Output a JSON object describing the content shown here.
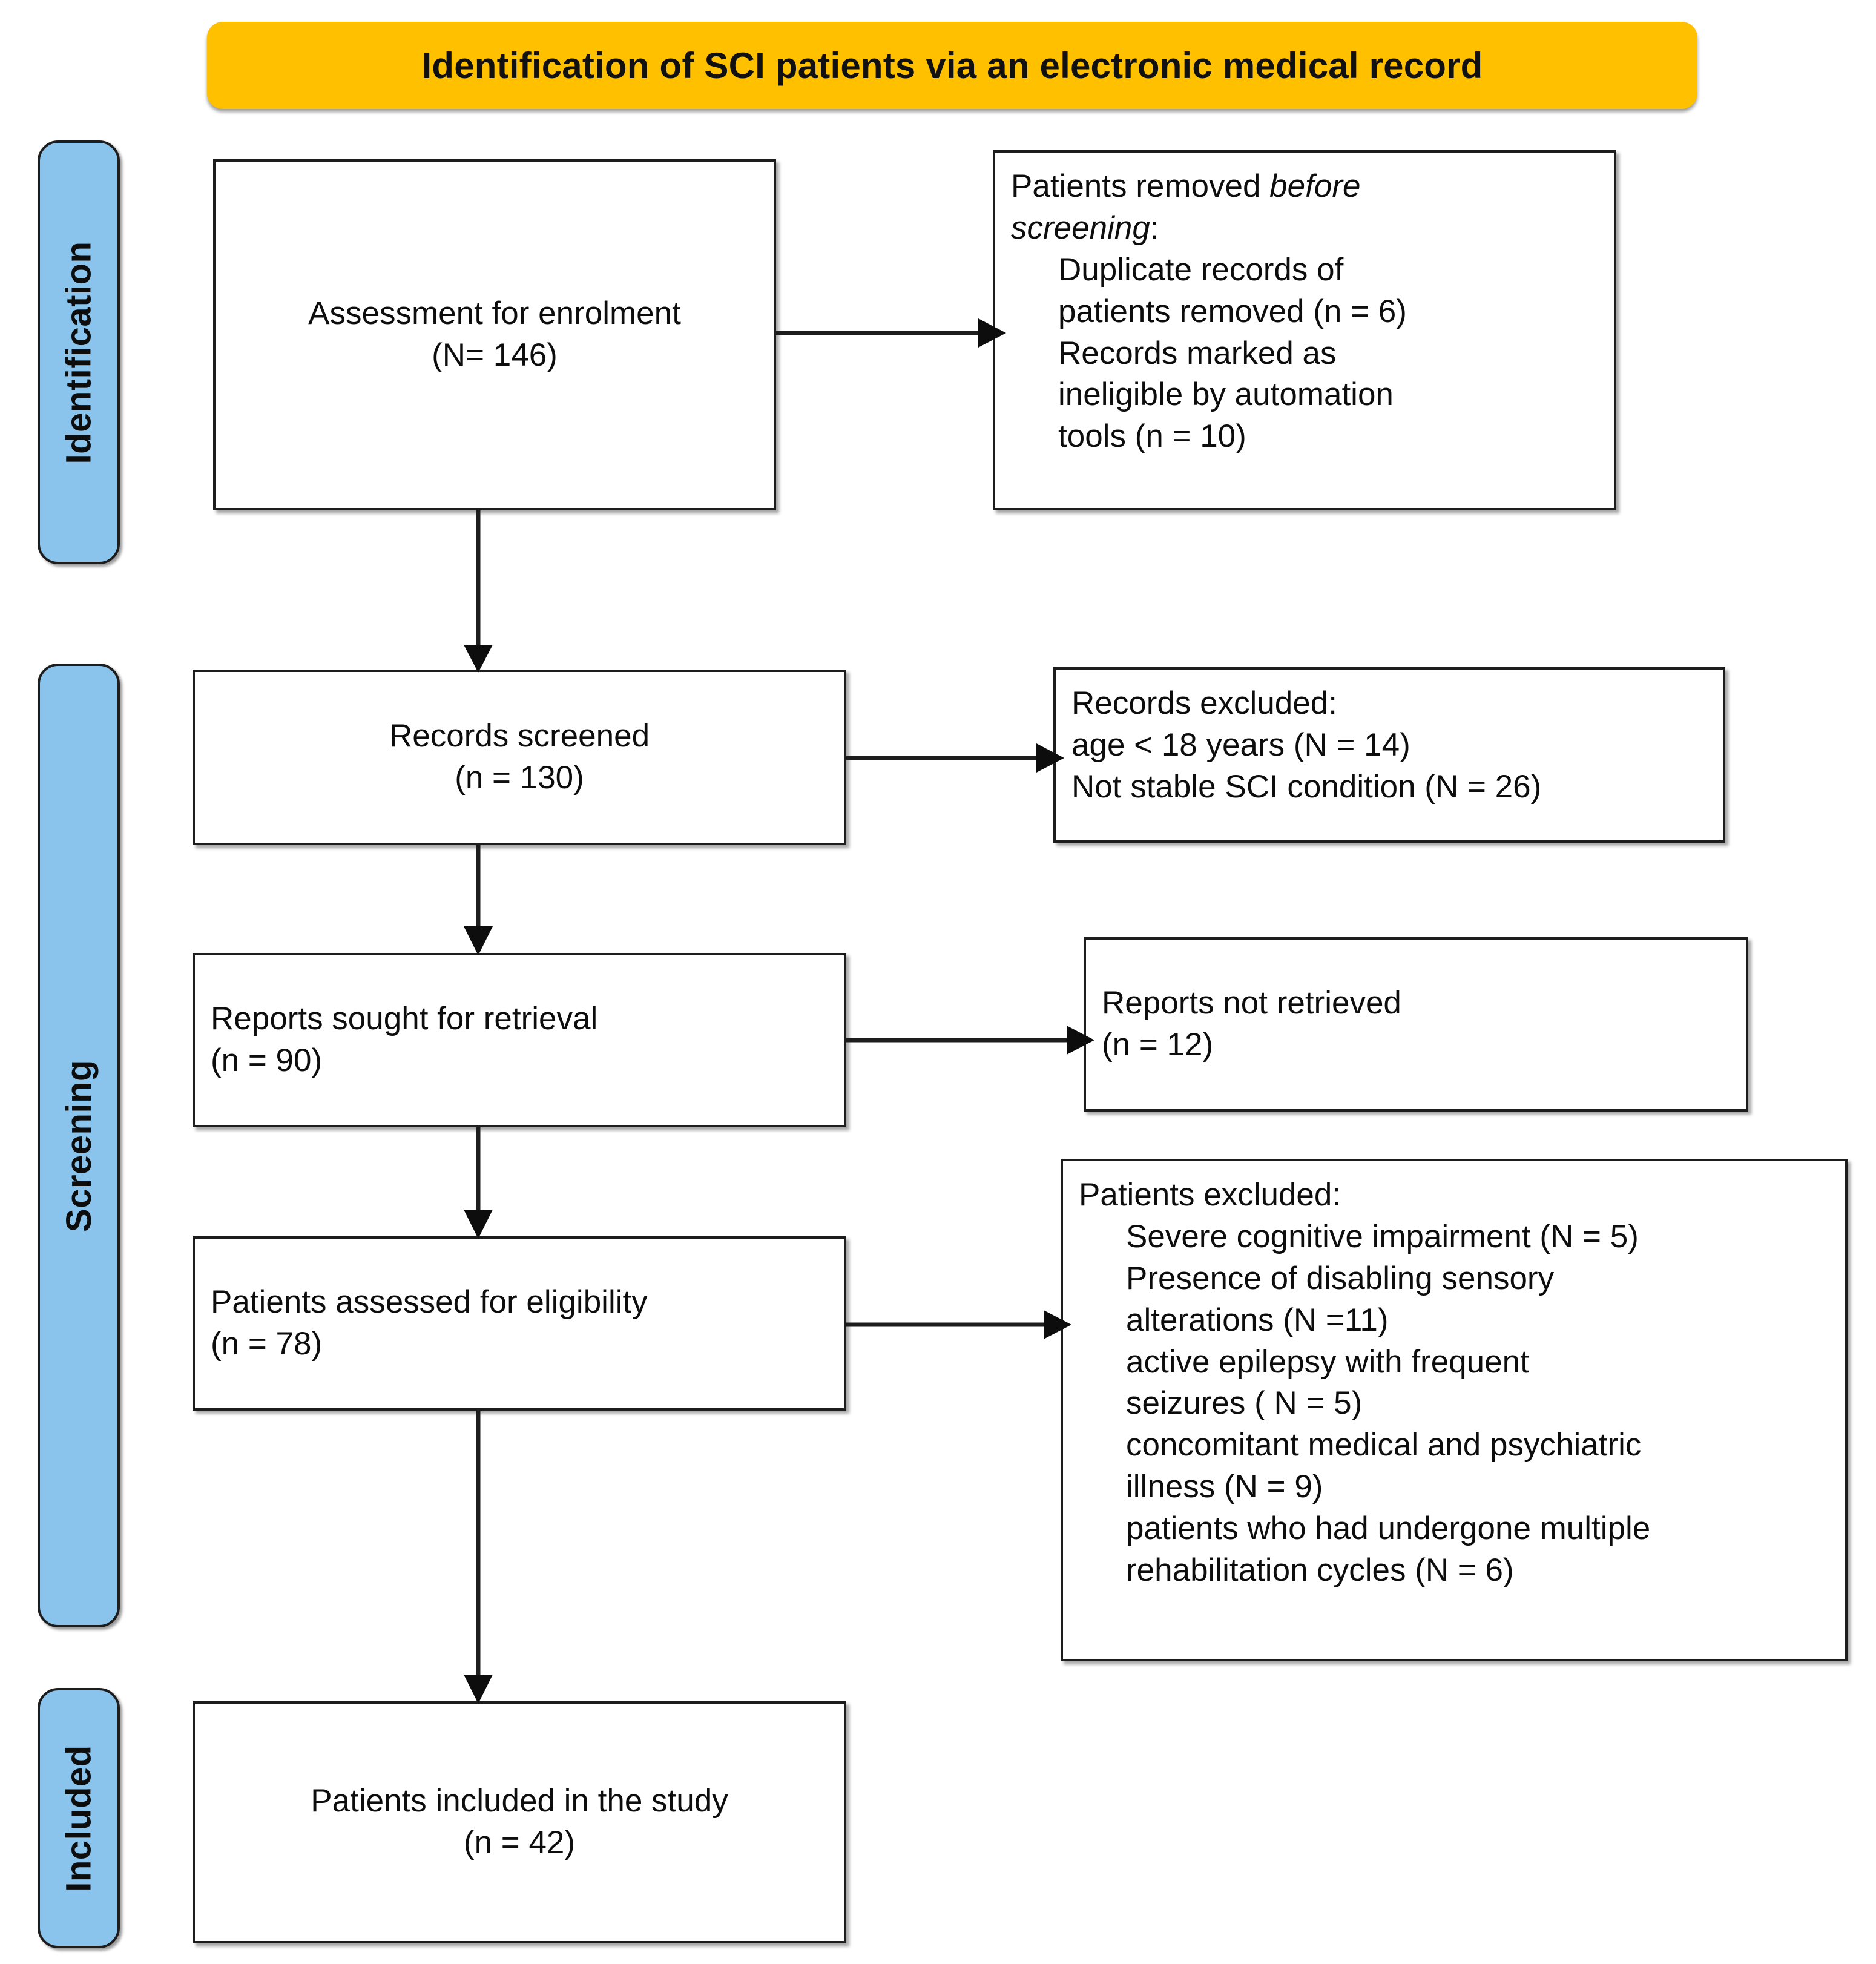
{
  "header": {
    "title": "Identification of SCI patients via an electronic medical record",
    "background_color": "#FFC000"
  },
  "stages": {
    "accent_color": "#8AC4EC",
    "items": [
      {
        "label": "Identification"
      },
      {
        "label": "Screening"
      },
      {
        "label": "Included"
      }
    ]
  },
  "boxes": {
    "enrolment": {
      "lines": [
        "Assessment for enrolment",
        "(N= 146)"
      ]
    },
    "removed_before_screening": {
      "title_plain": "Patients removed ",
      "title_italic_1": "before",
      "title_italic_2": "screening",
      "title_colon": ":",
      "items": [
        "Duplicate records of",
        "patients removed  (n = 6)",
        "Records marked as",
        "ineligible by automation",
        "tools (n = 10)"
      ]
    },
    "records_screened": {
      "lines": [
        "Records screened",
        "(n = 130)"
      ]
    },
    "records_excluded": {
      "lines": [
        "Records excluded:",
        "age < 18 years (N = 14)",
        "Not stable SCI condition (N = 26)"
      ]
    },
    "reports_sought": {
      "lines": [
        "Reports sought for retrieval",
        "(n = 90)"
      ]
    },
    "reports_not_retrieved": {
      "lines": [
        "Reports not retrieved",
        "(n = 12)"
      ]
    },
    "eligibility": {
      "lines": [
        "Patients assessed for eligibility",
        "(n = 78)"
      ]
    },
    "patients_excluded": {
      "title": "Patients excluded:",
      "items": [
        "Severe cognitive impairment (N = 5)",
        "Presence of disabling sensory",
        "alterations (N =11)",
        "active epilepsy with frequent",
        "seizures ( N = 5)",
        "concomitant medical and psychiatric",
        "illness (N = 9)",
        "patients who had undergone multiple",
        "rehabilitation cycles (N = 6)"
      ]
    },
    "included": {
      "lines": [
        "Patients included in the study",
        "(n = 42)"
      ]
    }
  },
  "chart_data": {
    "type": "diagram",
    "title": "Identification of SCI patients via an electronic medical record",
    "flow": [
      {
        "stage": "Identification",
        "node": "Assessment for enrolment",
        "count": 146,
        "count_label": "N= 146"
      },
      {
        "stage": "Identification",
        "node": "Patients removed before screening",
        "exclusions": [
          {
            "reason": "Duplicate records of patients removed",
            "n": 6
          },
          {
            "reason": "Records marked as ineligible by automation tools",
            "n": 10
          }
        ]
      },
      {
        "stage": "Screening",
        "node": "Records screened",
        "count": 130,
        "count_label": "n = 130"
      },
      {
        "stage": "Screening",
        "node": "Records excluded",
        "exclusions": [
          {
            "reason": "age < 18 years",
            "n": 14
          },
          {
            "reason": "Not stable SCI condition",
            "n": 26
          }
        ]
      },
      {
        "stage": "Screening",
        "node": "Reports sought for retrieval",
        "count": 90,
        "count_label": "n = 90"
      },
      {
        "stage": "Screening",
        "node": "Reports not retrieved",
        "count": 12,
        "count_label": "n = 12"
      },
      {
        "stage": "Screening",
        "node": "Patients assessed for eligibility",
        "count": 78,
        "count_label": "n = 78"
      },
      {
        "stage": "Screening",
        "node": "Patients excluded",
        "exclusions": [
          {
            "reason": "Severe cognitive impairment",
            "n": 5
          },
          {
            "reason": "Presence of disabling sensory alterations",
            "n": 11
          },
          {
            "reason": "active epilepsy with frequent seizures",
            "n": 5
          },
          {
            "reason": "concomitant medical and psychiatric illness",
            "n": 9
          },
          {
            "reason": "patients who had undergone multiple rehabilitation cycles",
            "n": 6
          }
        ]
      },
      {
        "stage": "Included",
        "node": "Patients included in the study",
        "count": 42,
        "count_label": "n = 42"
      }
    ]
  }
}
